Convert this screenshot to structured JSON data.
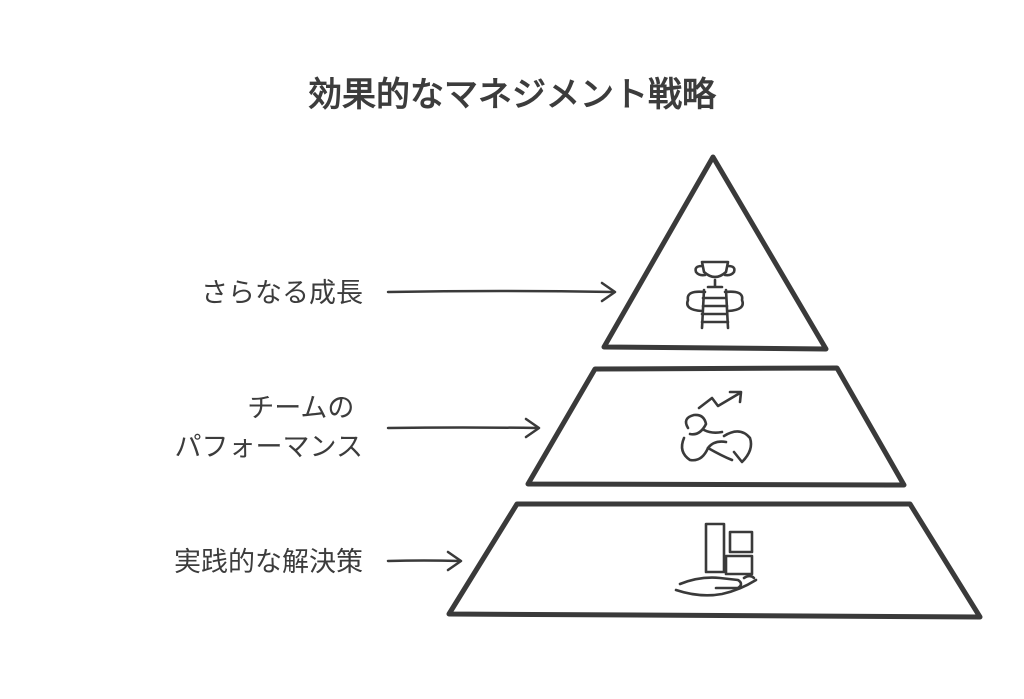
{
  "title": "効果的なマネジメント戦略",
  "levels": [
    {
      "label_lines": [
        "さらなる成長"
      ],
      "icon": "trophy-ladder-icon"
    },
    {
      "label_lines": [
        "チームの",
        "パフォーマンス"
      ],
      "icon": "growth-hands-icon"
    },
    {
      "label_lines": [
        "実践的な解決策"
      ],
      "icon": "hand-blocks-icon"
    }
  ],
  "colors": {
    "stroke": "#3a3a3a",
    "text": "#3c3c3c",
    "fill": "#ffffff"
  }
}
